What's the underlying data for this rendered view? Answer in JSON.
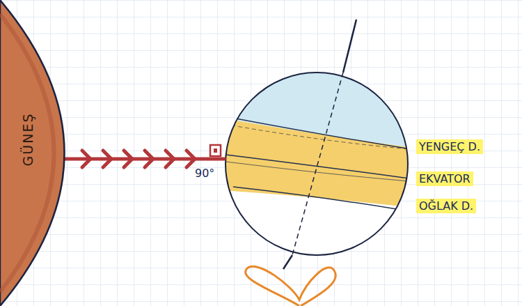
{
  "diagram": {
    "nodes": [
      {
        "text": [
          "GÜNEŞ"
        ]
      }
    ],
    "labels": [
      "90°",
      "YENGEÇ D.",
      "EKVATOR",
      "OĞLAK D."
    ]
  }
}
